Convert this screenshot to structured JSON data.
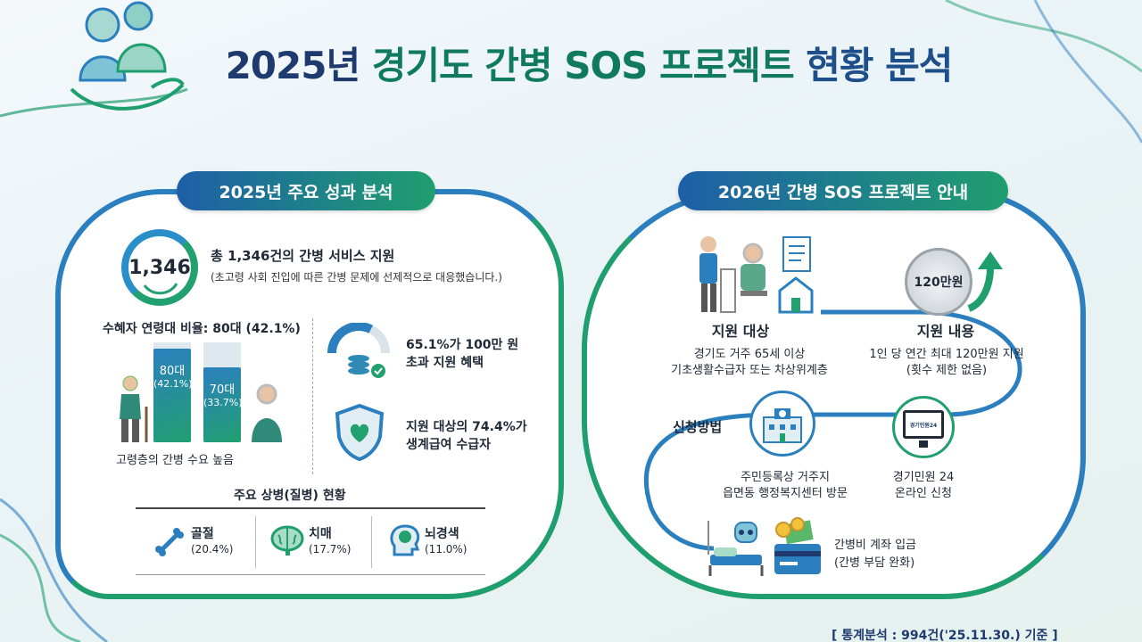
{
  "title": {
    "part1": "2025년",
    "part2": "경기도",
    "part3": "간병 SOS 프로젝트",
    "part4": "현황 분석"
  },
  "left_section": {
    "header": "2025년 주요 성과 분석",
    "total_count": "1,346",
    "total_title": "총 1,346건의 간병 서비스 지원",
    "total_desc": "(초고령 사회 진입에 따른 간병 문제에 선제적으로 대응했습니다.)",
    "age_title": "수혜자 연령대 비율: 80대 (42.1%)",
    "age_bars": [
      {
        "label": "80대",
        "pct": "(42.1%)",
        "value": 42.1
      },
      {
        "label": "70대",
        "pct": "(33.7%)",
        "value": 33.7
      }
    ],
    "age_caption": "고령층의 간병 수요 높음",
    "stat1_line1": "65.1%가 100만 원",
    "stat1_line2": "초과 지원 혜택",
    "stat1_value": 65.1,
    "stat2_line1": "지원 대상의 74.4%가",
    "stat2_line2": "생계급여 수급자",
    "disease_title": "주요 상병(질병) 현황",
    "diseases": [
      {
        "name": "골절",
        "pct": "(20.4%)",
        "icon": "bone-icon"
      },
      {
        "name": "치매",
        "pct": "(17.7%)",
        "icon": "brain-icon"
      },
      {
        "name": "뇌경색",
        "pct": "(11.0%)",
        "icon": "head-brain-icon"
      }
    ]
  },
  "right_section": {
    "header": "2026년 간병 SOS 프로젝트 안내",
    "target_title": "지원 대상",
    "target_line1": "경기도 거주 65세 이상",
    "target_line2": "기초생활수급자 또는 차상위계층",
    "content_coin": "120만원",
    "content_title": "지원 내용",
    "content_line1": "1인 당 연간 최대 120만원 지원",
    "content_line2": "(횟수 제한 없음)",
    "apply_title": "신청방법",
    "office_line1": "주민등록상 거주지",
    "office_line2": "읍면동 행정복지센터 방문",
    "online_screen": "경기민원24",
    "online_line1": "경기민원 24",
    "online_line2": "온라인 신청",
    "deposit_line1": "간병비 계좌 입금",
    "deposit_line2": "(간병 부담 완화)"
  },
  "footer_note": "[ 통계분석 : 994건('25.11.30.) 기준 ]",
  "colors": {
    "navy": "#1e3a6e",
    "green": "#0f7a5c",
    "blue": "#2b7fbf",
    "teal": "#1f9e6e"
  }
}
